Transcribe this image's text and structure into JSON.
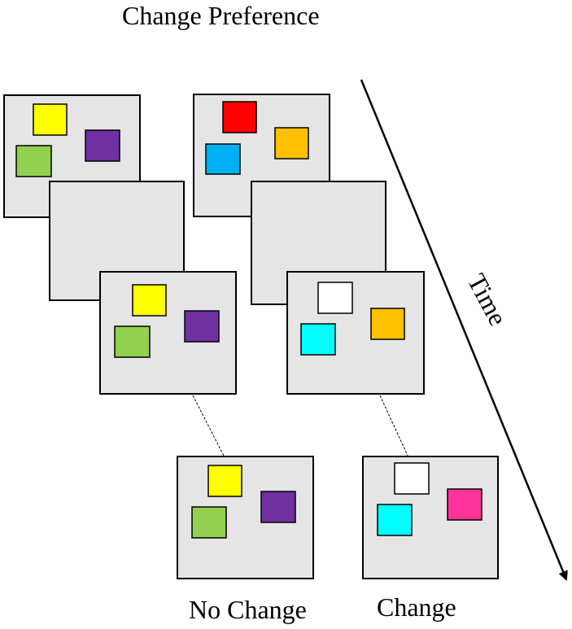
{
  "title": "Change Preference",
  "time_label": "Time",
  "outcome_labels": {
    "no_change": "No Change",
    "change": "Change"
  },
  "colors": {
    "panel": "#e5e5e5",
    "yellow": "#ffff00",
    "purple": "#7030a0",
    "green": "#92d050",
    "red": "#ff0000",
    "orange": "#ffc000",
    "blue": "#00b0f0",
    "white": "#ffffff",
    "cyan": "#00ffff",
    "pink": "#ff3399"
  }
}
